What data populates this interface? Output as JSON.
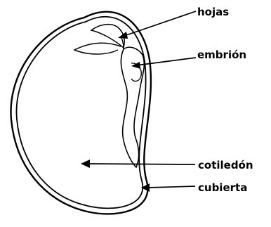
{
  "labels": {
    "hojas": "hojas",
    "embrion": "embrión",
    "cotiledon": "cotiledón",
    "cubierta": "cubierta"
  },
  "colors": {
    "ink": "#000000",
    "background": "#ffffff"
  }
}
